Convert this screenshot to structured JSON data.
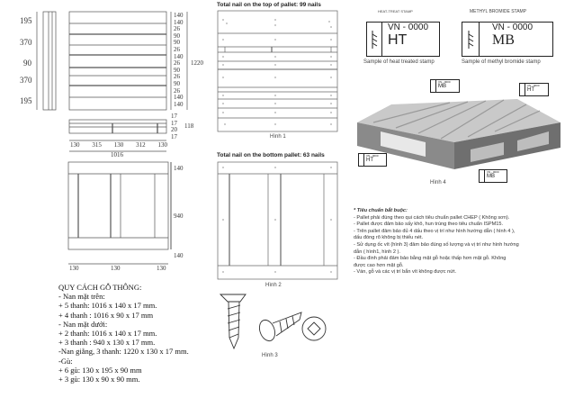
{
  "drawing": {
    "side_dims": [
      "195",
      "370",
      "90",
      "370",
      "195"
    ],
    "top_right_dims": [
      "140",
      "140",
      "26",
      "90",
      "90",
      "26",
      "140",
      "26",
      "90",
      "26",
      "90",
      "26",
      "140",
      "140"
    ],
    "top_total": "1220",
    "front_right_dims": [
      "17",
      "17",
      "20",
      "17"
    ],
    "front_total": "118",
    "front_bottom_dims": [
      "130",
      "315",
      "130",
      "312",
      "130"
    ],
    "width_total": "1016",
    "bottom_right_dims": [
      "140",
      "940",
      "140"
    ],
    "bottom_bottom_dims": [
      "130",
      "130",
      "130"
    ]
  },
  "spec": {
    "title": "QUY CÁCH GỖ THÔNG:",
    "lines": [
      "- Nan mặt trên:",
      "+ 5 thanh: 1016 x 140 x 17 mm.",
      "+ 4 thanh : 1016 x 90 x 17 mm",
      "- Nan mặt dưới:",
      "+ 2 thanh: 1016 x 140 x 17 mm.",
      "+ 3 thanh : 940  x 130 x 17 mm.",
      "-Nan giằng, 3 thanh: 1220 x 130 x 17 mm.",
      "-Gù:",
      "+ 6 gù: 130 x 195 x 90 mm",
      "+ 3 gù: 130 x 90 x 90 mm."
    ]
  },
  "fig1": {
    "title": "Total nail on the top of pallet: 99 nails",
    "caption": "Hình 1"
  },
  "fig2": {
    "title": "Total nail on the bottom pallet: 63 nails",
    "caption": "Hình 2"
  },
  "fig3": {
    "caption": "Hình 3"
  },
  "fig4": {
    "caption": "Hình 4"
  },
  "stamps": {
    "ht": {
      "heading": "HEAT-TREAT STAMP",
      "code": "VN - 0000",
      "mark": "HT",
      "caption": "Sample of heat treated stamp"
    },
    "mb": {
      "heading": "METHYL BROMIDE STAMP",
      "code": "VN - 0000",
      "mark": "MB",
      "caption": "Sample of methyl bromide stamp"
    },
    "small": {
      "code": "VN - 0000",
      "ht": "HT",
      "mb": "MB"
    }
  },
  "requirements": {
    "title": "* Tiêu chuẩn bắt buộc:",
    "lines": [
      "- Pallet phải đúng theo qui cách tiêu chuẩn pallet CHEP ( Không sơn).",
      "- Pallet được đảm bảo sấy khô, hun trùng theo tiêu chuẩn  ISPM15.",
      "- Trên pallet đảm bảo đủ 4 dấu theo vị trí như hình hướng dẫn ( hình 4 ),",
      " dấu đóng rõ không bị thiếu nét.",
      "- Sử dụng ốc vít (hình 3) đảm bảo đúng số lượng và vị trí như hình hướng",
      "dẫn ( hình1, hình 2 ).",
      "- Đầu đinh phải đảm bảo bằng mặt gỗ hoặc thấp hơn mặt gỗ. Không",
      "được cao hơn mặt gỗ.",
      "- Ván, gỗ và các vị trí bắn vít không được nứt."
    ]
  }
}
